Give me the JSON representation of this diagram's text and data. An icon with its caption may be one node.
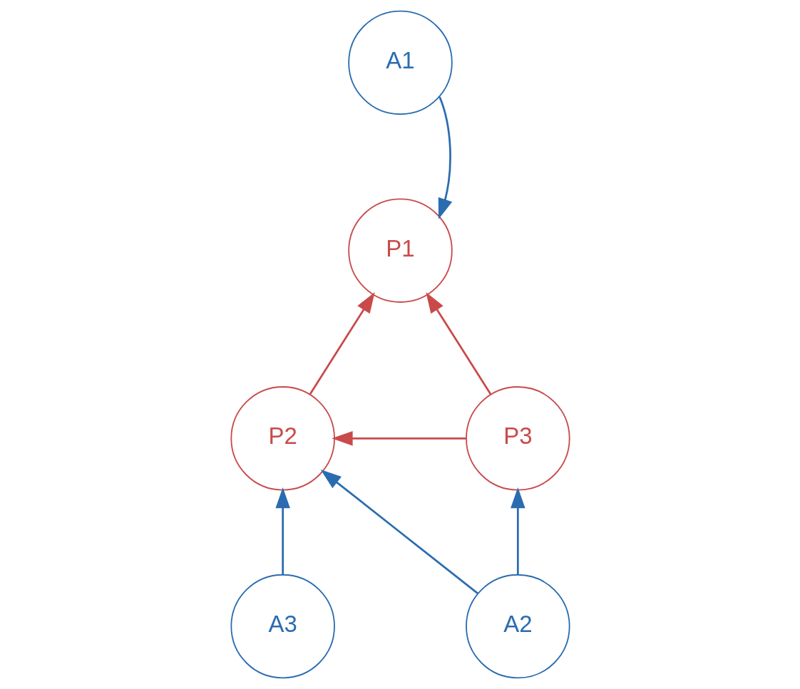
{
  "diagram": {
    "nodes": [
      {
        "text": [
          "A1"
        ]
      },
      {
        "text": [
          "P1"
        ]
      },
      {
        "text": [
          "P2"
        ]
      },
      {
        "text": [
          "P3"
        ]
      },
      {
        "text": [
          "A3"
        ]
      },
      {
        "text": [
          "A2"
        ]
      }
    ],
    "edges": [
      {
        "from": 0,
        "to": 1,
        "arrow": "to"
      },
      {
        "from": 2,
        "to": 1,
        "arrow": "to",
        "color": "#c94a4a"
      },
      {
        "from": 3,
        "to": 1,
        "arrow": "to",
        "color": "#c94a4a"
      },
      {
        "from": 3,
        "to": 2,
        "arrow": "to",
        "color": "#c94a4a"
      },
      {
        "from": 4,
        "to": 2,
        "arrow": "to"
      },
      {
        "from": 5,
        "to": 2,
        "arrow": "to"
      },
      {
        "from": 5,
        "to": 3,
        "arrow": "to"
      }
    ]
  }
}
